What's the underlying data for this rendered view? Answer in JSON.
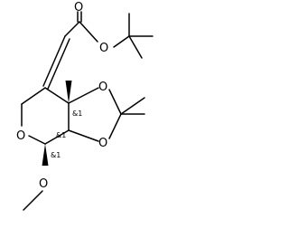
{
  "molecule": {
    "atoms": {
      "o_carbonyl": "O",
      "o_ester": "O",
      "o_dioxolane_top": "O",
      "o_dioxolane_bottom": "O",
      "o_ring": "O",
      "o_methoxy": "O"
    },
    "stereo_labels": {
      "c_upper": "&1",
      "c_lower": "&1",
      "c_anomeric": "&1"
    }
  }
}
